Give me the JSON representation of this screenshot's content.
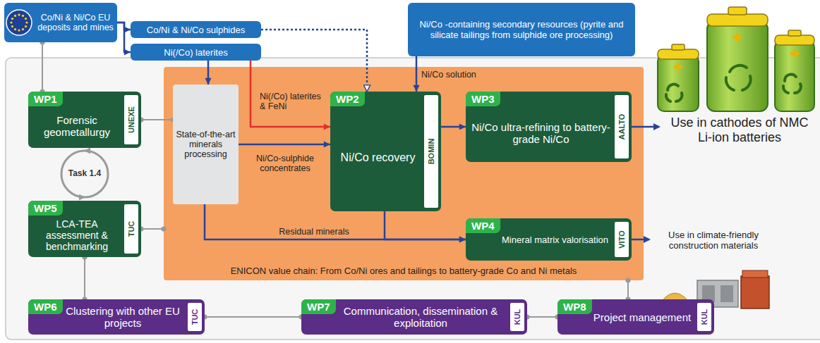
{
  "diagram": {
    "nodes": [
      {
        "text": [
          "Co/Ni & Ni/Co EU deposits and mines"
        ]
      },
      {
        "text": [
          "Co/Ni & Ni/Co sulphides"
        ]
      },
      {
        "text": [
          "Ni(/Co) laterites"
        ]
      },
      {
        "text": [
          "Ni/Co -containing secondary resources (pyrite and silicate tailings from sulphide ore processing)"
        ]
      },
      {
        "text": [
          "ENICON value chain: From Co/Ni ores and tailings to battery-grade Co and Ni metals"
        ]
      },
      {
        "text": [
          "State-of-the-art minerals processing"
        ],
        "in": 4
      },
      {
        "text": [
          "WP2",
          "Ni/Co recovery",
          "BOMIN"
        ],
        "in": 4
      },
      {
        "text": [
          "WP3",
          "Ni/Co ultra-refining to battery-grade Ni/Co",
          "AALTO"
        ],
        "in": 4
      },
      {
        "text": [
          "WP4",
          "Mineral matrix valorisation",
          "VITO"
        ],
        "in": 4
      },
      {
        "text": [
          "WP1",
          "Forensic geometallurgy",
          "UNEXE"
        ]
      },
      {
        "text": [
          "WP5",
          "LCA-TEA assessment & benchmarking",
          "TUC"
        ]
      },
      {
        "text": [
          "WP6",
          "Clustering with other EU projects",
          "TUC"
        ]
      },
      {
        "text": [
          "WP7",
          "Communication, dissemination & exploitation",
          "KUL"
        ]
      },
      {
        "text": [
          "WP8",
          "Project management",
          "KUL"
        ]
      }
    ],
    "edges": [
      {
        "from": 0,
        "to": 1,
        "arrow": "to"
      },
      {
        "from": 0,
        "to": 2,
        "arrow": "to"
      },
      {
        "from": 0,
        "to": 9,
        "arrow": "none"
      },
      {
        "from": 9,
        "to": 5,
        "arrow": "none"
      },
      {
        "from": 10,
        "to": 4,
        "arrow": "none"
      },
      {
        "from": 2,
        "to": 5,
        "arrow": "to"
      },
      {
        "from": 2,
        "to": 6,
        "label": "Ni(/Co) laterites & FeNi",
        "arrow": "to"
      },
      {
        "from": 1,
        "to": 6,
        "arrow": "to"
      },
      {
        "from": 3,
        "to": 6,
        "label": "Ni/Co solution",
        "arrow": "to"
      },
      {
        "from": 5,
        "to": 6,
        "label": "Ni/Co-sulphide concentrates",
        "arrow": "to"
      },
      {
        "from": 6,
        "to": 7,
        "arrow": "to"
      },
      {
        "from": 5,
        "to": 8,
        "label": "Residual minerals",
        "arrow": "to"
      },
      {
        "from": 6,
        "to": 8,
        "arrow": "to"
      },
      {
        "from": 10,
        "to": 11,
        "arrow": "none"
      },
      {
        "from": 11,
        "to": 12,
        "arrow": "none"
      },
      {
        "from": 12,
        "to": 13,
        "arrow": "none"
      },
      {
        "from": 13,
        "to": 4,
        "arrow": "none"
      }
    ],
    "labels": [
      "Task 1.4",
      "Use in cathodes of NMC Li-ion batteries",
      "Use in climate-friendly construction materials"
    ]
  }
}
